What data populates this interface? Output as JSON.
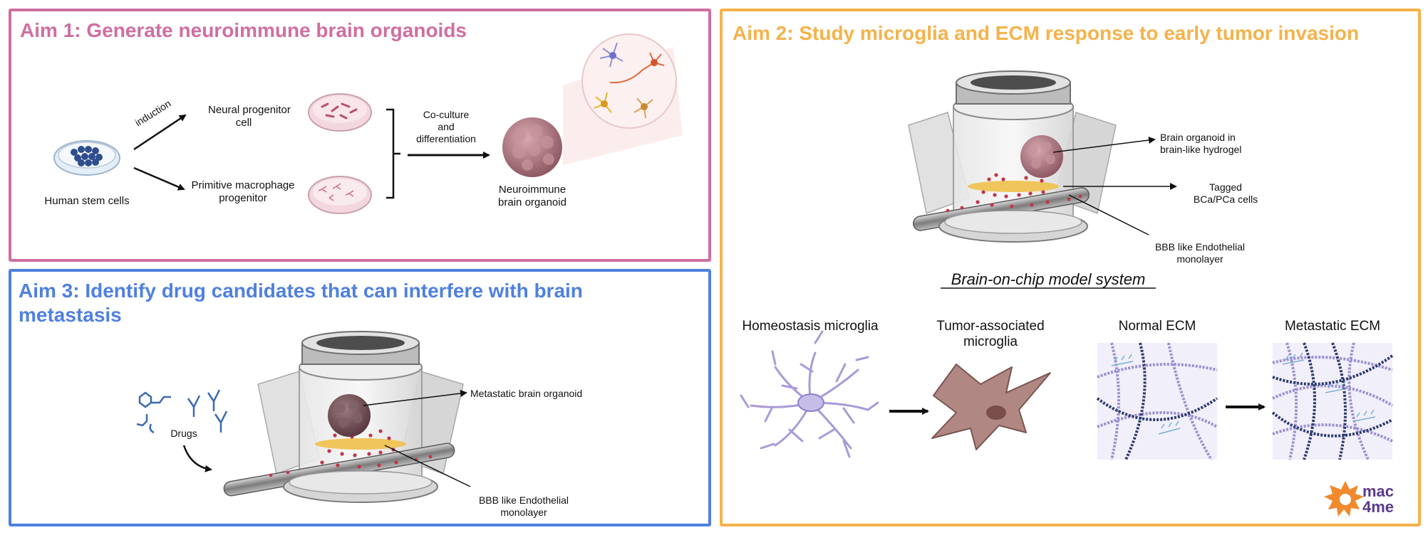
{
  "colors": {
    "aim1": "#cf6ea0",
    "aim2": "#f5b24a",
    "aim3": "#4f80e0",
    "logo_orange": "#f08a2c",
    "logo_purple": "#5b3a8c"
  },
  "aim1": {
    "title": "Aim 1: Generate neuroimmune brain organoids",
    "induction": "induction",
    "npc_line1": "Neural progenitor",
    "npc_line2": "cell",
    "pmp_line1": "Primitive macrophage",
    "pmp_line2": "progenitor",
    "stem": "Human stem cells",
    "co1": "Co-culture",
    "co2": "and",
    "co3": "differentiation",
    "organoid1": "Neuroimmune",
    "organoid2": "brain organoid"
  },
  "aim2": {
    "title": "Aim 2: Study microglia and ECM response to early tumor invasion",
    "organoid_l1": "Brain organoid in",
    "organoid_l2": "brain-like hydrogel",
    "tagged_l1": "Tagged",
    "tagged_l2": "BCa/PCa cells",
    "bbb_l1": "BBB like Endothelial",
    "bbb_l2": "monolayer",
    "model_title": "Brain-on-chip model system",
    "homeostasis": "Homeostasis microglia",
    "tumor_l1": "Tumor-associated",
    "tumor_l2": "microglia",
    "normal_ecm": "Normal ECM",
    "metastatic_ecm": "Metastatic ECM"
  },
  "aim3": {
    "title_l1": "Aim 3: Identify drug candidates that can interfere with brain",
    "title_l2": "metastasis",
    "drugs": "Drugs",
    "metastatic_organoid": "Metastatic brain organoid",
    "bbb_l1": "BBB like Endothelial",
    "bbb_l2": "monolayer"
  },
  "logo": {
    "line1": "mac",
    "line2": "4me"
  }
}
